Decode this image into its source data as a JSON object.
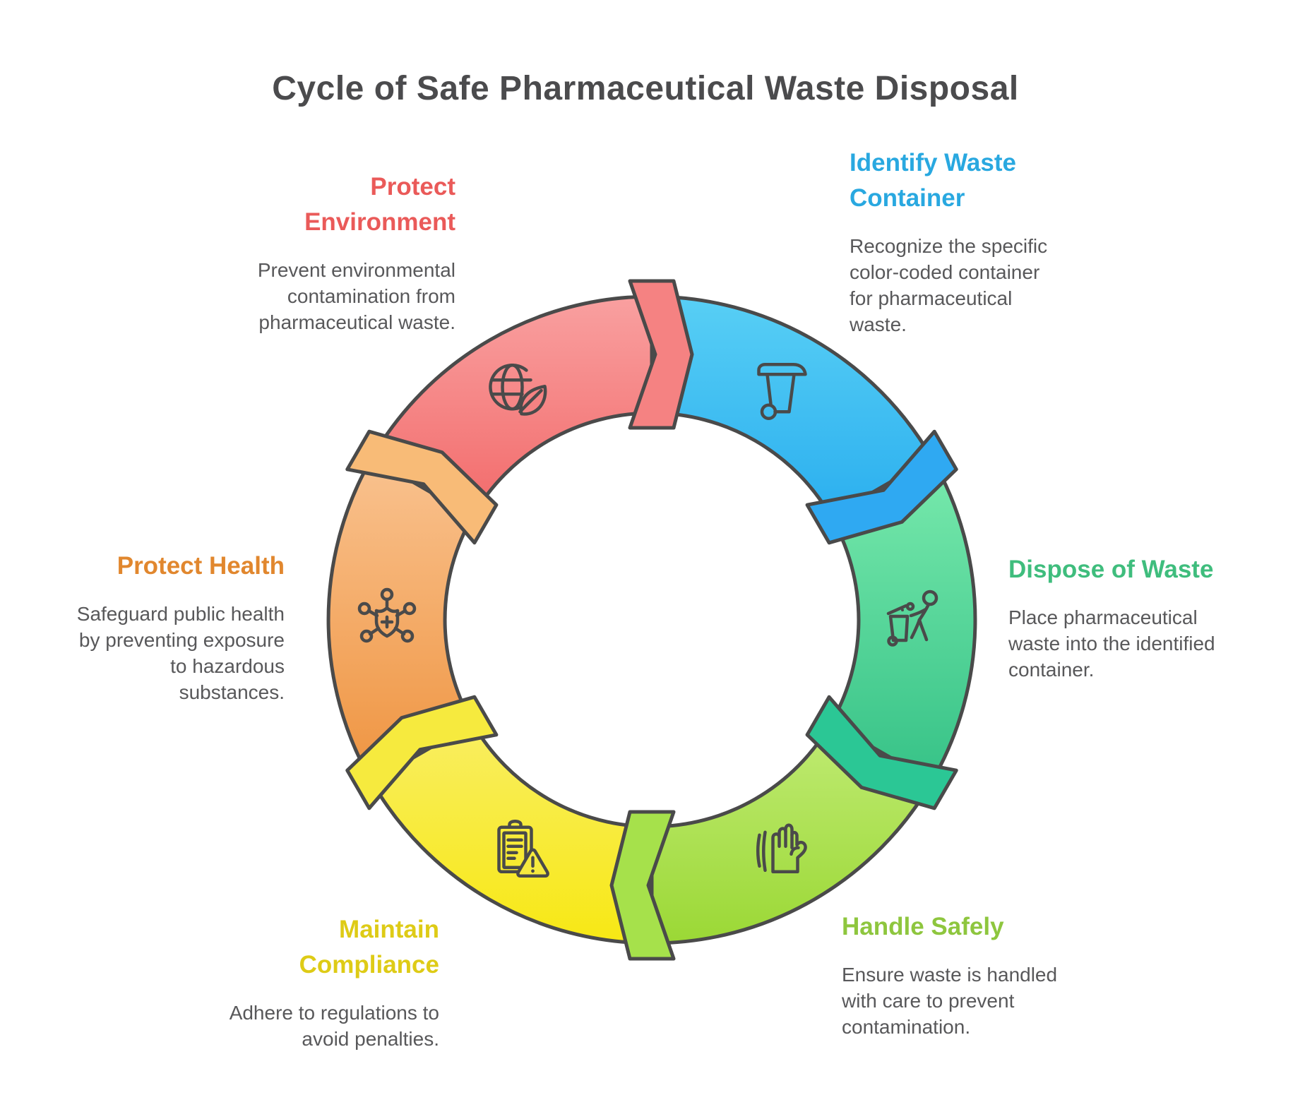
{
  "title": "Cycle of Safe Pharmaceutical Waste Disposal",
  "diagram": {
    "background": "#FFFFFF",
    "outline_color": "#4A4A4A",
    "icon_stroke": "#4A4A4A",
    "body_text_color": "#58585A",
    "title_color": "#4B4B4D",
    "segments": [
      {
        "id": "identify-waste-container",
        "label": "Identify Waste\nContainer",
        "description": "Recognize the specific\ncolor-coded container\nfor pharmaceutical\nwaste.",
        "heading_color": "#29A8E0",
        "color_light": "#58CFF5",
        "color_dark": "#2BAFEF",
        "connector_color": "#2FA9F2",
        "icon": "trash-bin-icon",
        "start_angle": 0,
        "end_angle": 60
      },
      {
        "id": "dispose-of-waste",
        "label": "Dispose of Waste",
        "description": "Place pharmaceutical\nwaste into the identified\ncontainer.",
        "heading_color": "#3FBD7D",
        "color_light": "#79EAAD",
        "color_dark": "#36C287",
        "connector_color": "#2BC795",
        "icon": "person-disposing-icon",
        "start_angle": 60,
        "end_angle": 120
      },
      {
        "id": "handle-safely",
        "label": "Handle Safely",
        "description": "Ensure waste is handled\nwith care to prevent\ncontamination.",
        "heading_color": "#8EC63E",
        "color_light": "#C0EB74",
        "color_dark": "#9BD835",
        "connector_color": "#A6E14B",
        "icon": "glove-hand-icon",
        "start_angle": 120,
        "end_angle": 180
      },
      {
        "id": "maintain-compliance",
        "label": "Maintain\nCompliance",
        "description": "Adhere to regulations to\navoid penalties.",
        "heading_color": "#DECB16",
        "color_light": "#F9EE62",
        "color_dark": "#F7E814",
        "connector_color": "#F6EA3E",
        "icon": "clipboard-warning-icon",
        "start_angle": 180,
        "end_angle": 240
      },
      {
        "id": "protect-health",
        "label": "Protect Health",
        "description": "Safeguard public health\nby preventing exposure\nto hazardous\nsubstances.",
        "heading_color": "#E1872E",
        "color_light": "#F9C28F",
        "color_dark": "#EF9440",
        "connector_color": "#F8BB77",
        "icon": "shield-molecule-icon",
        "start_angle": 240,
        "end_angle": 300
      },
      {
        "id": "protect-environment",
        "label": "Protect\nEnvironment",
        "description": "Prevent environmental\ncontamination from\npharmaceutical waste.",
        "heading_color": "#EA5A59",
        "color_light": "#F9A0A0",
        "color_dark": "#F26A6A",
        "connector_color": "#F58282",
        "icon": "globe-leaf-icon",
        "start_angle": 300,
        "end_angle": 360
      }
    ]
  }
}
